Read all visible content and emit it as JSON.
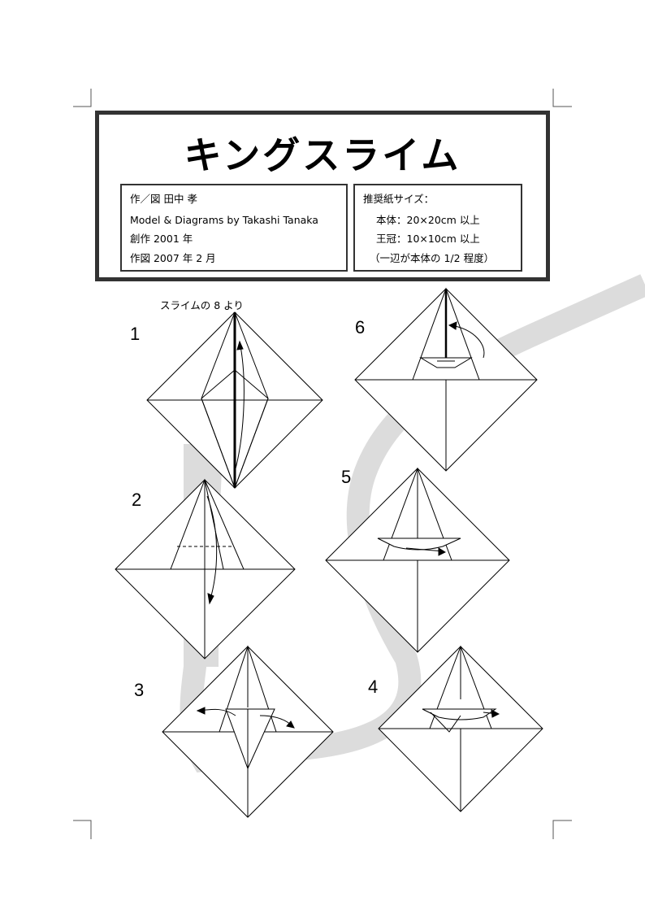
{
  "title": "キングスライム",
  "credits": {
    "author_line": "作／図 田中 孝",
    "english_line": "Model & Diagrams by Takashi Tanaka",
    "created_line": "創作 2001 年",
    "diagrammed_line": "作図 2007 年 2 月"
  },
  "paper": {
    "heading": "推奨紙サイズ：",
    "body_size": "本体：20×20cm 以上",
    "crown_size": "王冠：10×10cm 以上",
    "note": "（一辺が本体の 1/2 程度）"
  },
  "from_note": "スライムの 8 より",
  "steps": [
    "1",
    "2",
    "3",
    "4",
    "5",
    "6"
  ],
  "colors": {
    "frame": "#333333",
    "swoosh": "#dcdcdc",
    "line": "#000000"
  }
}
